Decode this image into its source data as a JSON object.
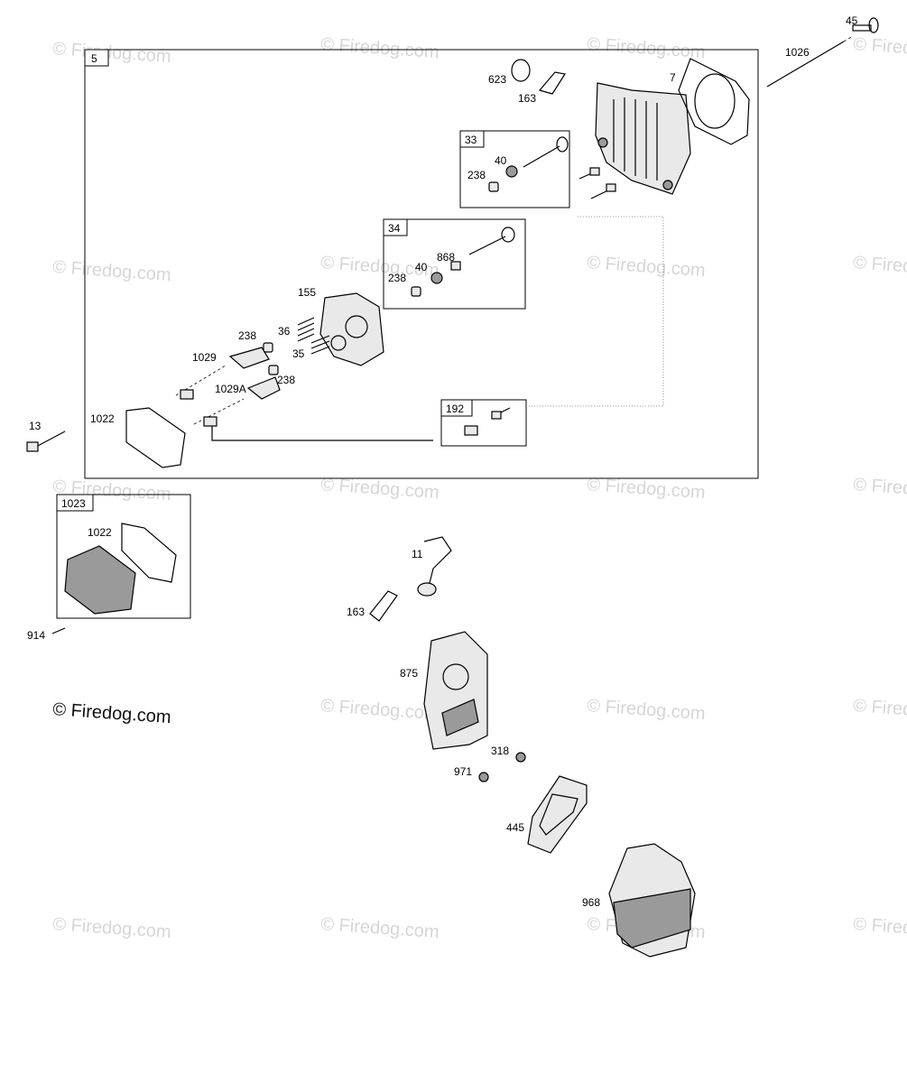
{
  "watermark": {
    "text": "© Firedog.com",
    "copyright_text": "© Firedog.com"
  },
  "groups": {
    "g5": "5",
    "g33": "33",
    "g34": "34",
    "g192": "192",
    "g1023": "1023"
  },
  "labels": {
    "l45": "45",
    "l1026": "1026",
    "l623": "623",
    "l163a": "163",
    "l7": "7",
    "l40a": "40",
    "l238a": "238",
    "l868": "868",
    "l40b": "40",
    "l238b": "238",
    "l155": "155",
    "l238c": "238",
    "l36": "36",
    "l35": "35",
    "l1029": "1029",
    "l1029A": "1029A",
    "l238d": "238",
    "l13": "13",
    "l1022a": "1022",
    "l1022b": "1022",
    "l914": "914",
    "l11": "11",
    "l163b": "163",
    "l875": "875",
    "l318": "318",
    "l971": "971",
    "l445": "445",
    "l968": "968"
  }
}
